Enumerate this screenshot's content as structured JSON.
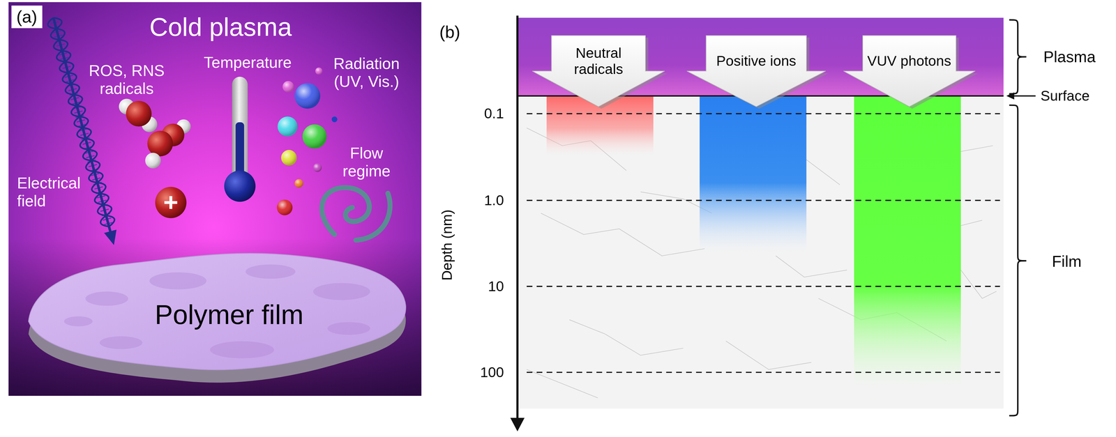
{
  "diagram": {
    "nodes": [
      {
        "text": [
          "(a)"
        ]
      },
      {
        "text": [
          "Polymer film"
        ]
      },
      {
        "text": [
          "Neutral radicals"
        ]
      },
      {
        "text": [
          "Positive ions"
        ]
      },
      {
        "text": [
          "VUV photons"
        ]
      }
    ],
    "labels": [
      "Cold plasma",
      "ROS, RNS radicals",
      "Temperature",
      "Radiation (UV, Vis.)",
      "Flow regime",
      "Electrical field",
      "(b)",
      "Plasma",
      "Surface",
      "Film",
      "Depth (nm)",
      "0.1",
      "1.0",
      "10",
      "100"
    ]
  }
}
